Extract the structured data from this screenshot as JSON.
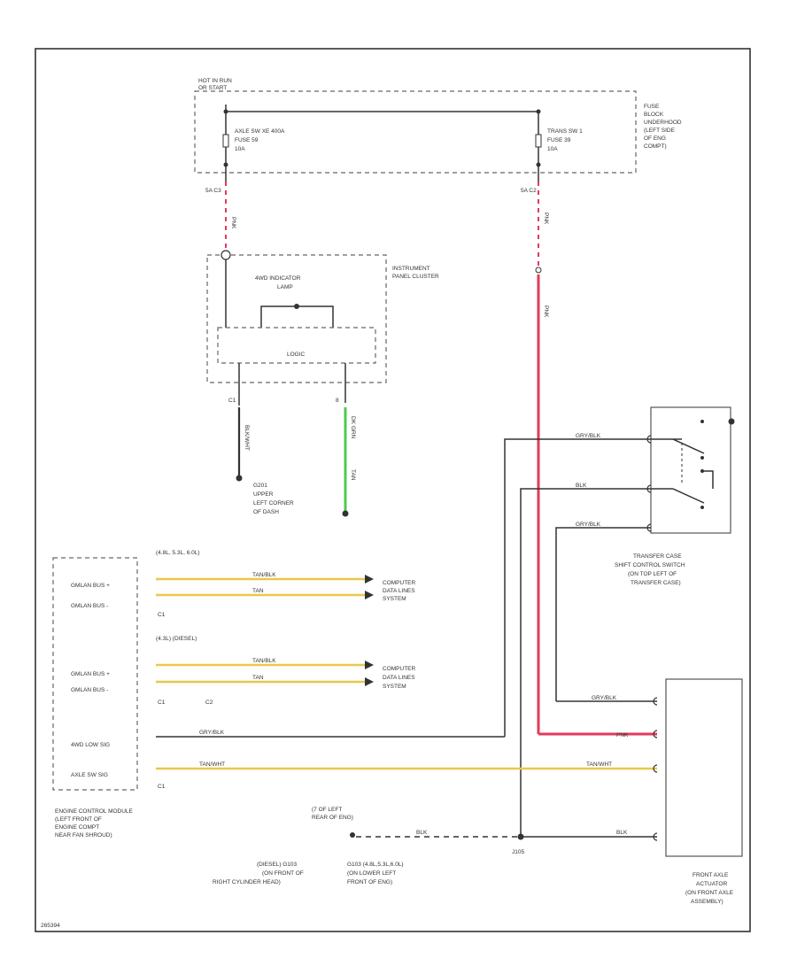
{
  "fuse_block": {
    "power_label": [
      "HOT IN RUN",
      "OR START"
    ],
    "name": [
      "FUSE",
      "BLOCK",
      "UNDERHOOD",
      "(LEFT SIDE",
      "OF ENG",
      "COMPT)"
    ],
    "fuse_left": [
      "AXLE SW XE 400A",
      "FUSE 59",
      "10A"
    ],
    "fuse_right": [
      "TRANS SW 1",
      "FUSE 39",
      "10A"
    ],
    "conn_left": "5A  C3",
    "conn_right": "5A  C2"
  },
  "cluster": {
    "name": [
      "INSTRUMENT",
      "PANEL CLUSTER"
    ],
    "lamp": [
      "4WD INDICATOR",
      "LAMP"
    ],
    "logic": "LOGIC"
  },
  "ground": {
    "id": "G201",
    "location": [
      "UPPER",
      "LEFT CORNER",
      "OF DASH"
    ]
  },
  "transfer_case": {
    "name": [
      "TRANSFER CASE",
      "SHIFT CONTROL SWITCH",
      "(ON TOP LEFT OF",
      "TRANSFER CASE)"
    ]
  },
  "ecm": {
    "name": [
      "ENGINE CONTROL MODULE",
      "(LEFT FRONT OF",
      "ENGINE COMPT",
      "NEAR FAN SHROUD)"
    ],
    "group1_header": "(4.8L, 5.3L, 6.0L)",
    "group2_header": "(4.3L)    (DIESEL)",
    "rows": [
      "GMLAN BUS +",
      "GMLAN BUS -",
      "GMLAN BUS +",
      "GMLAN BUS -",
      "4WD LOW SIG",
      "AXLE SW SIG"
    ],
    "c1a": "C1",
    "c1b": "C1",
    "c2b": "C2",
    "c1c": "C1"
  },
  "computer_data": {
    "lines": [
      "COMPUTER",
      "DATA LINES",
      "SYSTEM"
    ]
  },
  "front_axle": {
    "name": [
      "FRONT AXLE",
      "ACTUATOR",
      "(ON FRONT AXLE",
      "ASSEMBLY)"
    ]
  },
  "wires": {
    "pnk": "PNK",
    "blk_wht": "BLK/WHT",
    "dk_grn": "DK GRN",
    "tan": "TAN",
    "gry_blk": "GRY/BLK",
    "blk": "BLK",
    "tan_wht": "TAN/WHT",
    "tan_blk": "TAN/BLK"
  },
  "splices": {
    "left": [
      "(7 OF LEFT",
      "REAR OF ENG)"
    ],
    "j105": "J105"
  },
  "ground_notes": {
    "left": [
      "(DIESEL) G103",
      "(ON FRONT OF",
      "RIGHT CYLINDER HEAD)"
    ],
    "right": [
      "G103 (4.8L,5.3L,6.0L)",
      "(ON LOWER LEFT",
      "FRONT OF ENG)"
    ]
  },
  "footer": {
    "code": "265394"
  },
  "colors": {
    "pnk": "#e23a5a",
    "dk_grn": "#4fc94f",
    "tan": "#e8c84a",
    "blk": "#333333"
  }
}
